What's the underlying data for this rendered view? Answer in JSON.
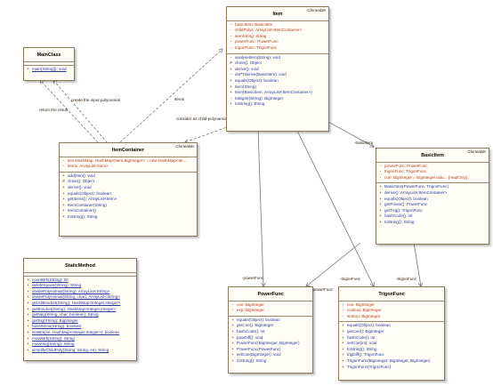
{
  "classes": {
    "item": {
      "name": "Item",
      "stereotype": "Cloneable",
      "attributes": [
        {
          "vis": "-",
          "text": "basicItem: BasicItem"
        },
        {
          "vis": "-",
          "text": "childPolys: ArrayList<ItemContainer>"
        },
        {
          "vis": "-",
          "text": "itemString: String"
        },
        {
          "vis": "-",
          "text": "powerFunc: PowerFunc"
        },
        {
          "vis": "-",
          "text": "trigonFunc: TrigonFunc"
        }
      ],
      "operations": [
        {
          "vis": "-",
          "text": "analyseItem(String): void"
        },
        {
          "vis": "#",
          "text": "clone(): Object"
        },
        {
          "vis": "+",
          "text": "derive(): void"
        },
        {
          "vis": "-",
          "text": "doPTderive(BasicItem): void"
        },
        {
          "vis": "+",
          "text": "equals(Object): boolean"
        },
        {
          "vis": "+",
          "text": "Item(String)"
        },
        {
          "vis": "+",
          "text": "Item(BasicItem, ArrayList<ItemContainer>)"
        },
        {
          "vis": "-",
          "text": "toBigInt(String): BigInteger"
        },
        {
          "vis": "+",
          "text": "toString(): String"
        }
      ]
    },
    "mainclass": {
      "name": "MainClass",
      "stereotype": "",
      "attributes": [],
      "operations": [
        {
          "vis": "+",
          "text": "main(String[]): void",
          "u": true
        }
      ]
    },
    "itemcontainer": {
      "name": "ItemContainer",
      "stereotype": "Cloneable",
      "attributes": [
        {
          "vis": "-",
          "text": "itemHashMap: HashMap<Item,BigInteger> = new HashMap<Ite..."
        },
        {
          "vis": "-",
          "text": "items: ArrayList<Item>"
        }
      ],
      "operations": [
        {
          "vis": "+",
          "text": "add(Item): void"
        },
        {
          "vis": "#",
          "text": "clone(): Object"
        },
        {
          "vis": "+",
          "text": "derive(): void"
        },
        {
          "vis": "+",
          "text": "equals(Object): boolean"
        },
        {
          "vis": "+",
          "text": "getItems(): ArrayList<Item>"
        },
        {
          "vis": "+",
          "text": "ItemContainer(String)"
        },
        {
          "vis": "+",
          "text": "ItemContainer()"
        },
        {
          "vis": "+",
          "text": "toString(): String"
        }
      ]
    },
    "basicitem": {
      "name": "BasicItem",
      "stereotype": "Cloneable",
      "attributes": [
        {
          "vis": "-",
          "text": "powerFunc: PowerFunc"
        },
        {
          "vis": "-",
          "text": "trigonFunc: TrigonFunc"
        },
        {
          "vis": "-",
          "text": "coe: BigInteger = BigInteger.valu... {readOnly}"
        }
      ],
      "operations": [
        {
          "vis": "+",
          "text": "BasicItem(PowerFunc, TrigonFunc)"
        },
        {
          "vis": "+",
          "text": "derive(): ArrayList<ItemContainer>"
        },
        {
          "vis": "+",
          "text": "equals(Object): boolean"
        },
        {
          "vis": "+",
          "text": "getPower(): PowerFunc"
        },
        {
          "vis": "+",
          "text": "getTrig(): TrigonFunc"
        },
        {
          "vis": "+",
          "text": "hashCode(): int"
        },
        {
          "vis": "+",
          "text": "toString(): String"
        }
      ]
    },
    "staticmethod": {
      "name": "StaticMethod",
      "stereotype": "",
      "attributes": [],
      "operations": [
        {
          "vis": "+",
          "text": "countBrk(String): int",
          "u": true
        },
        {
          "vis": "+",
          "text": "deleteSpace(String): String",
          "u": true
        },
        {
          "vis": "+",
          "text": "dividePolynomial(String): ArrayList<String>",
          "u": true
        },
        {
          "vis": "+",
          "text": "dividePolynomial(String, char): ArrayList<String>",
          "u": true
        },
        {
          "vis": "+",
          "text": "getAllBracket(String): HashMap<Integer,Integer>",
          "u": true
        },
        {
          "vis": "+",
          "text": "getBracket(String): HashMap<Integer,Integer>",
          "u": true
        },
        {
          "vis": "+",
          "text": "getNeg(String, char, boolean): String",
          "u": true
        },
        {
          "vis": "+",
          "text": "getSig(String): BigInteger",
          "u": true
        },
        {
          "vis": "+",
          "text": "haveItems(String): boolean",
          "u": true
        },
        {
          "vis": "+",
          "text": "isInBrk(int, HashMap<Integer,Integer>): boolean",
          "u": true
        },
        {
          "vis": "+",
          "text": "moveBrk(String): String",
          "u": true
        },
        {
          "vis": "+",
          "text": "moveSig(String): String",
          "u": true
        },
        {
          "vis": "+",
          "text": "simplifyChildPoly(String, String, int): String",
          "u": true
        }
      ]
    },
    "powerfunc": {
      "name": "PowerFunc",
      "stereotype": "",
      "attributes": [
        {
          "vis": "-",
          "text": "coe: BigInteger"
        },
        {
          "vis": "-",
          "text": "exp: BigInteger"
        }
      ],
      "operations": [
        {
          "vis": "+",
          "text": "equals(Object): boolean"
        },
        {
          "vis": "+",
          "text": "getCoe(): BigInteger"
        },
        {
          "vis": "+",
          "text": "hashCode(): int"
        },
        {
          "vis": "+",
          "text": "powDiff(): void"
        },
        {
          "vis": "+",
          "text": "PowerFunc(BigInteger, BigInteger)"
        },
        {
          "vis": "+",
          "text": "PowerFunc(PowerFunc)"
        },
        {
          "vis": "+",
          "text": "setCoe(BigInteger): void"
        },
        {
          "vis": "+",
          "text": "toString(): String"
        }
      ]
    },
    "trigonfunc": {
      "name": "TrigonFunc",
      "stereotype": "",
      "attributes": [
        {
          "vis": "-",
          "text": "coe: BigInteger"
        },
        {
          "vis": "-",
          "text": "cosExp: BigInteger"
        },
        {
          "vis": "-",
          "text": "sinExp: BigInteger"
        }
      ],
      "operations": [
        {
          "vis": "+",
          "text": "equals(Object): boolean"
        },
        {
          "vis": "+",
          "text": "getCoe(): BigInteger"
        },
        {
          "vis": "+",
          "text": "hashCode(): int"
        },
        {
          "vis": "+",
          "text": "setCoe(int): void"
        },
        {
          "vis": "+",
          "text": "toString(): String"
        },
        {
          "vis": "+",
          "text": "trigDiff(): TrigonFunc"
        },
        {
          "vis": "+",
          "text": "TrigonFunc(BigInteger, BigInteger, BigInteger)"
        },
        {
          "vis": "+",
          "text": "TrigonFunc(TrigonFunc)"
        }
      ]
    }
  },
  "labels": {
    "create_input": "create the input polynomial",
    "return_result": "return the result",
    "items": "items",
    "child_polynomial": "consider as child-polynomial",
    "basic_item": "-basicItem",
    "power_func_1": "-powerFunc",
    "power_func_2": "-powerFunc",
    "trigon_func_1": "-trigonFunc",
    "trigon_func_2": "-trigonFunc"
  }
}
